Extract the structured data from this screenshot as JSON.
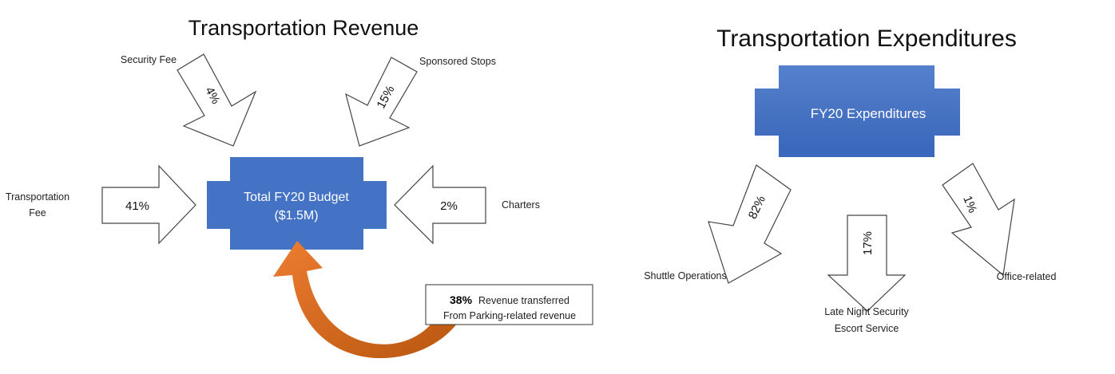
{
  "revenue": {
    "title": "Transportation Revenue",
    "center": {
      "line1": "Total FY20 Budget",
      "line2": "($1.5M)"
    },
    "sources": [
      {
        "label": "Security Fee",
        "percent": "4%"
      },
      {
        "label": "Sponsored Stops",
        "percent": "15%"
      },
      {
        "label_line1": "Transportation",
        "label_line2": "Fee",
        "percent": "41%"
      },
      {
        "label": "Charters",
        "percent": "2%"
      }
    ],
    "transfer": {
      "percent": "38%",
      "line1": "Revenue transferred",
      "line2": "From Parking-related revenue"
    }
  },
  "expenditures": {
    "title": "Transportation Expenditures",
    "center": "FY20 Expenditures",
    "items": [
      {
        "label": "Shuttle Operations",
        "percent": "82%"
      },
      {
        "label_line1": "Late Night Security",
        "label_line2": "Escort Service",
        "percent": "17%"
      },
      {
        "label": "Office-related",
        "percent": "1%"
      }
    ]
  },
  "colors": {
    "box": "#4472C4",
    "orange": "#ED7D31",
    "orange_dark": "#C55A11"
  }
}
